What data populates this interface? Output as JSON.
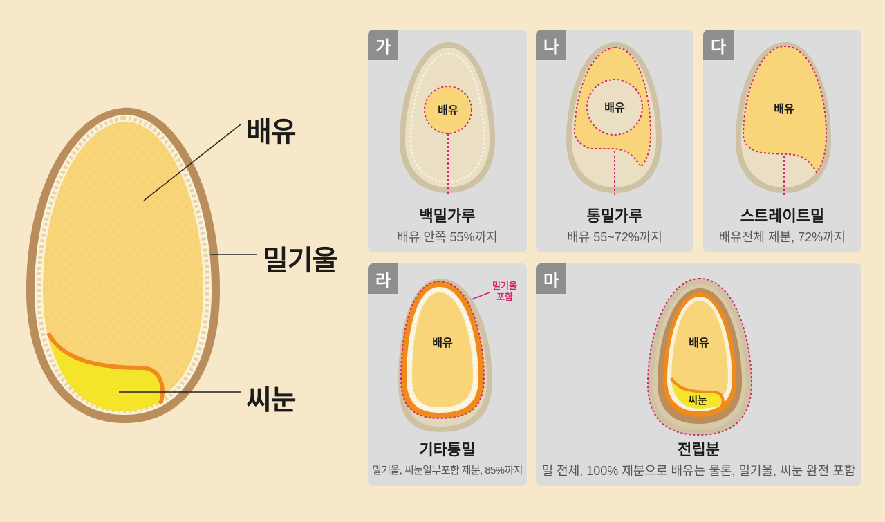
{
  "main": {
    "label_endosperm": "배유",
    "label_bran": "밀기울",
    "label_germ": "씨눈"
  },
  "panels": [
    {
      "tag": "가",
      "inner_label": "배유",
      "title": "백밀가루",
      "subtitle": "배유 안쪽 55%까지"
    },
    {
      "tag": "나",
      "inner_label": "배유",
      "title": "통밀가루",
      "subtitle": "배유 55~72%까지"
    },
    {
      "tag": "다",
      "inner_label": "배유",
      "title": "스트레이트밀",
      "subtitle": "배유전체 제분, 72%까지"
    },
    {
      "tag": "라",
      "inner_label": "배유",
      "annotation_line1": "밀기울",
      "annotation_line2": "포함",
      "title": "기타통밀",
      "subtitle": "밀기울, 씨눈일부포함 제분, 85%까지"
    },
    {
      "tag": "마",
      "inner_label": "배유",
      "germ_label": "씨눈",
      "title": "전립분",
      "subtitle": "밀 전체, 100% 제분으로 배유는 물론, 밀기울, 씨눈 완전 포함"
    }
  ],
  "colors": {
    "background": "#f6e8c9",
    "panel": "#dcdcdc",
    "endosperm": "#f9d57a",
    "bran": "#b98d5c",
    "germ": "#f5e52a",
    "highlight_dash": "#d6246e"
  }
}
